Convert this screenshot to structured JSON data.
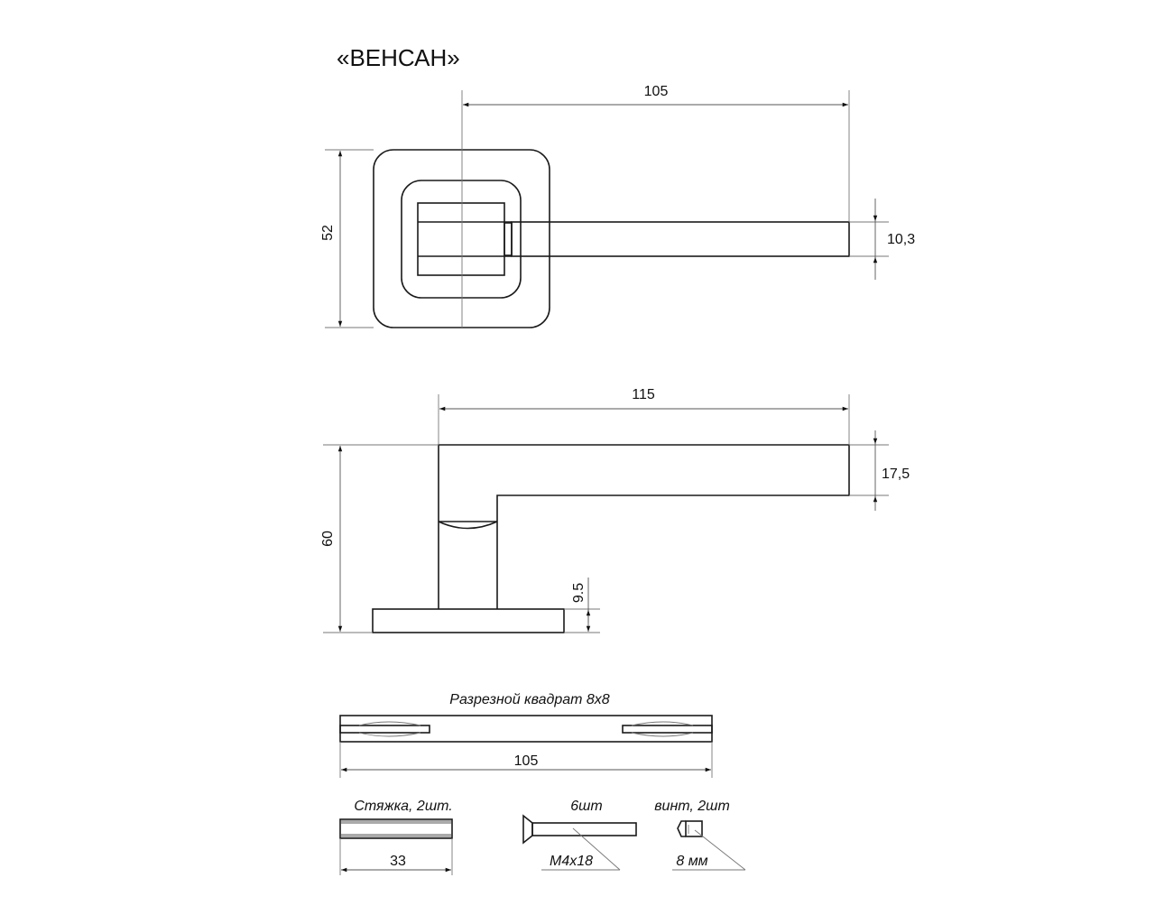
{
  "title": "«ВЕНСАН»",
  "top_view": {
    "length": "105",
    "height": "52",
    "lever_thickness": "10,3"
  },
  "side_view": {
    "length": "115",
    "height": "60",
    "lever_height": "17,5",
    "rosette_height": "9.5"
  },
  "spindle": {
    "label": "Разрезной квадрат 8x8",
    "length": "105"
  },
  "coupler": {
    "label": "Стяжка, 2шт.",
    "length": "33"
  },
  "screw": {
    "qty": "6шт",
    "size": "M4x18"
  },
  "set_screw": {
    "label": "винт, 2шт",
    "size": "8 мм"
  },
  "colors": {
    "line": "#1a1a1a",
    "dimension": "#555555"
  }
}
